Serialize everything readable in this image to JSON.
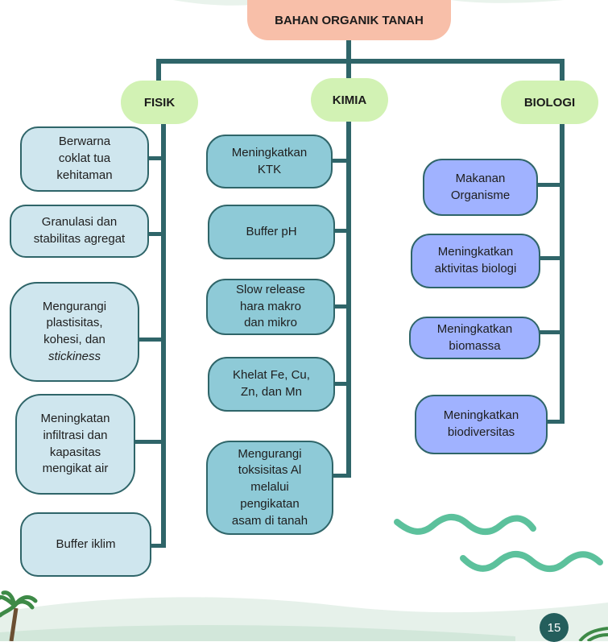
{
  "title": "BAHAN ORGANIK TANAH",
  "branches": {
    "fisik": {
      "label": "FISIK",
      "items": [
        [
          "Berwarna",
          "coklat tua",
          "kehitaman"
        ],
        [
          "Granulasi dan",
          "stabilitas agregat"
        ],
        [
          "Mengurangi",
          "plastisitas,",
          "kohesi, dan",
          "stickiness"
        ],
        [
          "Meningkatan",
          "infiltrasi dan",
          "kapasitas",
          "mengikat air"
        ],
        [
          "Buffer iklim"
        ]
      ]
    },
    "kimia": {
      "label": "KIMIA",
      "items": [
        [
          "Meningkatkan",
          "KTK"
        ],
        [
          "Buffer pH"
        ],
        [
          "Slow release",
          "hara makro",
          "dan mikro"
        ],
        [
          "Khelat Fe, Cu,",
          "Zn, dan Mn"
        ],
        [
          "Mengurangi",
          "toksisitas Al",
          "melalui",
          "pengikatan",
          "asam di tanah"
        ]
      ]
    },
    "biologi": {
      "label": "BIOLOGI",
      "items": [
        [
          "Makanan",
          "Organisme"
        ],
        [
          "Meningkatkan",
          "aktivitas biologi"
        ],
        [
          "Meningkatkan",
          "biomassa"
        ],
        [
          "Meningkatkan",
          "biodiversitas"
        ]
      ]
    }
  },
  "page_number": "15",
  "colors": {
    "connector": "#2f6569",
    "title_bg": "#f8bfa9",
    "branch_bg": "#d2f2b4",
    "fisik_box": "#cfe6ee",
    "kimia_box": "#8ecad7",
    "biologi_box": "#a0b2ff",
    "wave": "#5cc19c"
  }
}
